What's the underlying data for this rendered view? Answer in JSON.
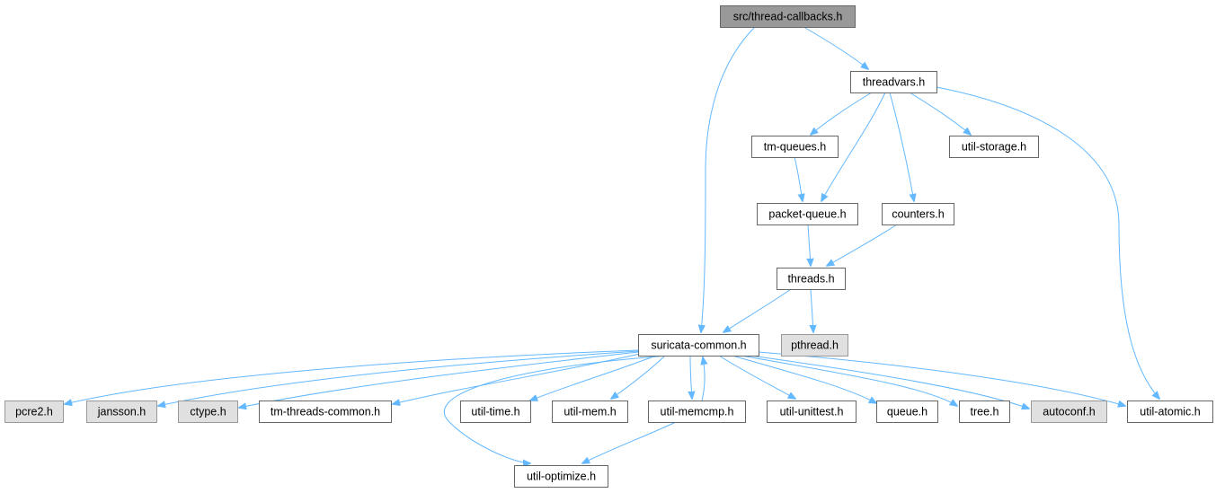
{
  "graph": {
    "nodes": [
      {
        "id": "root",
        "label": "src/thread-callbacks.h",
        "kind": "root"
      },
      {
        "id": "threadvars",
        "label": "threadvars.h",
        "kind": "normal"
      },
      {
        "id": "suricata_common",
        "label": "suricata-common.h",
        "kind": "normal"
      },
      {
        "id": "tm_queues",
        "label": "tm-queues.h",
        "kind": "normal"
      },
      {
        "id": "util_storage",
        "label": "util-storage.h",
        "kind": "normal"
      },
      {
        "id": "packet_queue",
        "label": "packet-queue.h",
        "kind": "normal"
      },
      {
        "id": "counters",
        "label": "counters.h",
        "kind": "normal"
      },
      {
        "id": "threads",
        "label": "threads.h",
        "kind": "normal"
      },
      {
        "id": "pthread",
        "label": "pthread.h",
        "kind": "system"
      },
      {
        "id": "pcre2",
        "label": "pcre2.h",
        "kind": "system"
      },
      {
        "id": "jansson",
        "label": "jansson.h",
        "kind": "system"
      },
      {
        "id": "ctype",
        "label": "ctype.h",
        "kind": "system"
      },
      {
        "id": "tm_threads_common",
        "label": "tm-threads-common.h",
        "kind": "normal"
      },
      {
        "id": "util_time",
        "label": "util-time.h",
        "kind": "normal"
      },
      {
        "id": "util_mem",
        "label": "util-mem.h",
        "kind": "normal"
      },
      {
        "id": "util_memcmp",
        "label": "util-memcmp.h",
        "kind": "normal"
      },
      {
        "id": "util_unittest",
        "label": "util-unittest.h",
        "kind": "normal"
      },
      {
        "id": "queue",
        "label": "queue.h",
        "kind": "normal"
      },
      {
        "id": "tree",
        "label": "tree.h",
        "kind": "normal"
      },
      {
        "id": "autoconf",
        "label": "autoconf.h",
        "kind": "system"
      },
      {
        "id": "util_atomic",
        "label": "util-atomic.h",
        "kind": "normal"
      },
      {
        "id": "util_optimize",
        "label": "util-optimize.h",
        "kind": "normal"
      }
    ],
    "edges": [
      {
        "from": "root",
        "to": "threadvars"
      },
      {
        "from": "root",
        "to": "suricata_common"
      },
      {
        "from": "threadvars",
        "to": "tm_queues"
      },
      {
        "from": "threadvars",
        "to": "util_storage"
      },
      {
        "from": "threadvars",
        "to": "packet_queue"
      },
      {
        "from": "threadvars",
        "to": "counters"
      },
      {
        "from": "threadvars",
        "to": "util_atomic"
      },
      {
        "from": "tm_queues",
        "to": "packet_queue"
      },
      {
        "from": "packet_queue",
        "to": "threads"
      },
      {
        "from": "counters",
        "to": "threads"
      },
      {
        "from": "threads",
        "to": "suricata_common"
      },
      {
        "from": "threads",
        "to": "pthread"
      },
      {
        "from": "suricata_common",
        "to": "pcre2"
      },
      {
        "from": "suricata_common",
        "to": "jansson"
      },
      {
        "from": "suricata_common",
        "to": "ctype"
      },
      {
        "from": "suricata_common",
        "to": "tm_threads_common"
      },
      {
        "from": "suricata_common",
        "to": "util_time"
      },
      {
        "from": "suricata_common",
        "to": "util_mem"
      },
      {
        "from": "suricata_common",
        "to": "util_memcmp"
      },
      {
        "from": "suricata_common",
        "to": "util_unittest"
      },
      {
        "from": "suricata_common",
        "to": "queue"
      },
      {
        "from": "suricata_common",
        "to": "tree"
      },
      {
        "from": "suricata_common",
        "to": "autoconf"
      },
      {
        "from": "suricata_common",
        "to": "util_atomic"
      },
      {
        "from": "suricata_common",
        "to": "util_optimize"
      },
      {
        "from": "util_memcmp",
        "to": "suricata_common"
      },
      {
        "from": "util_memcmp",
        "to": "util_optimize"
      }
    ]
  },
  "colors": {
    "edge": "#63b8ff",
    "root_fill": "#999999",
    "system_fill": "#e0e0e0",
    "node_fill": "#ffffff",
    "node_stroke": "#666666"
  }
}
